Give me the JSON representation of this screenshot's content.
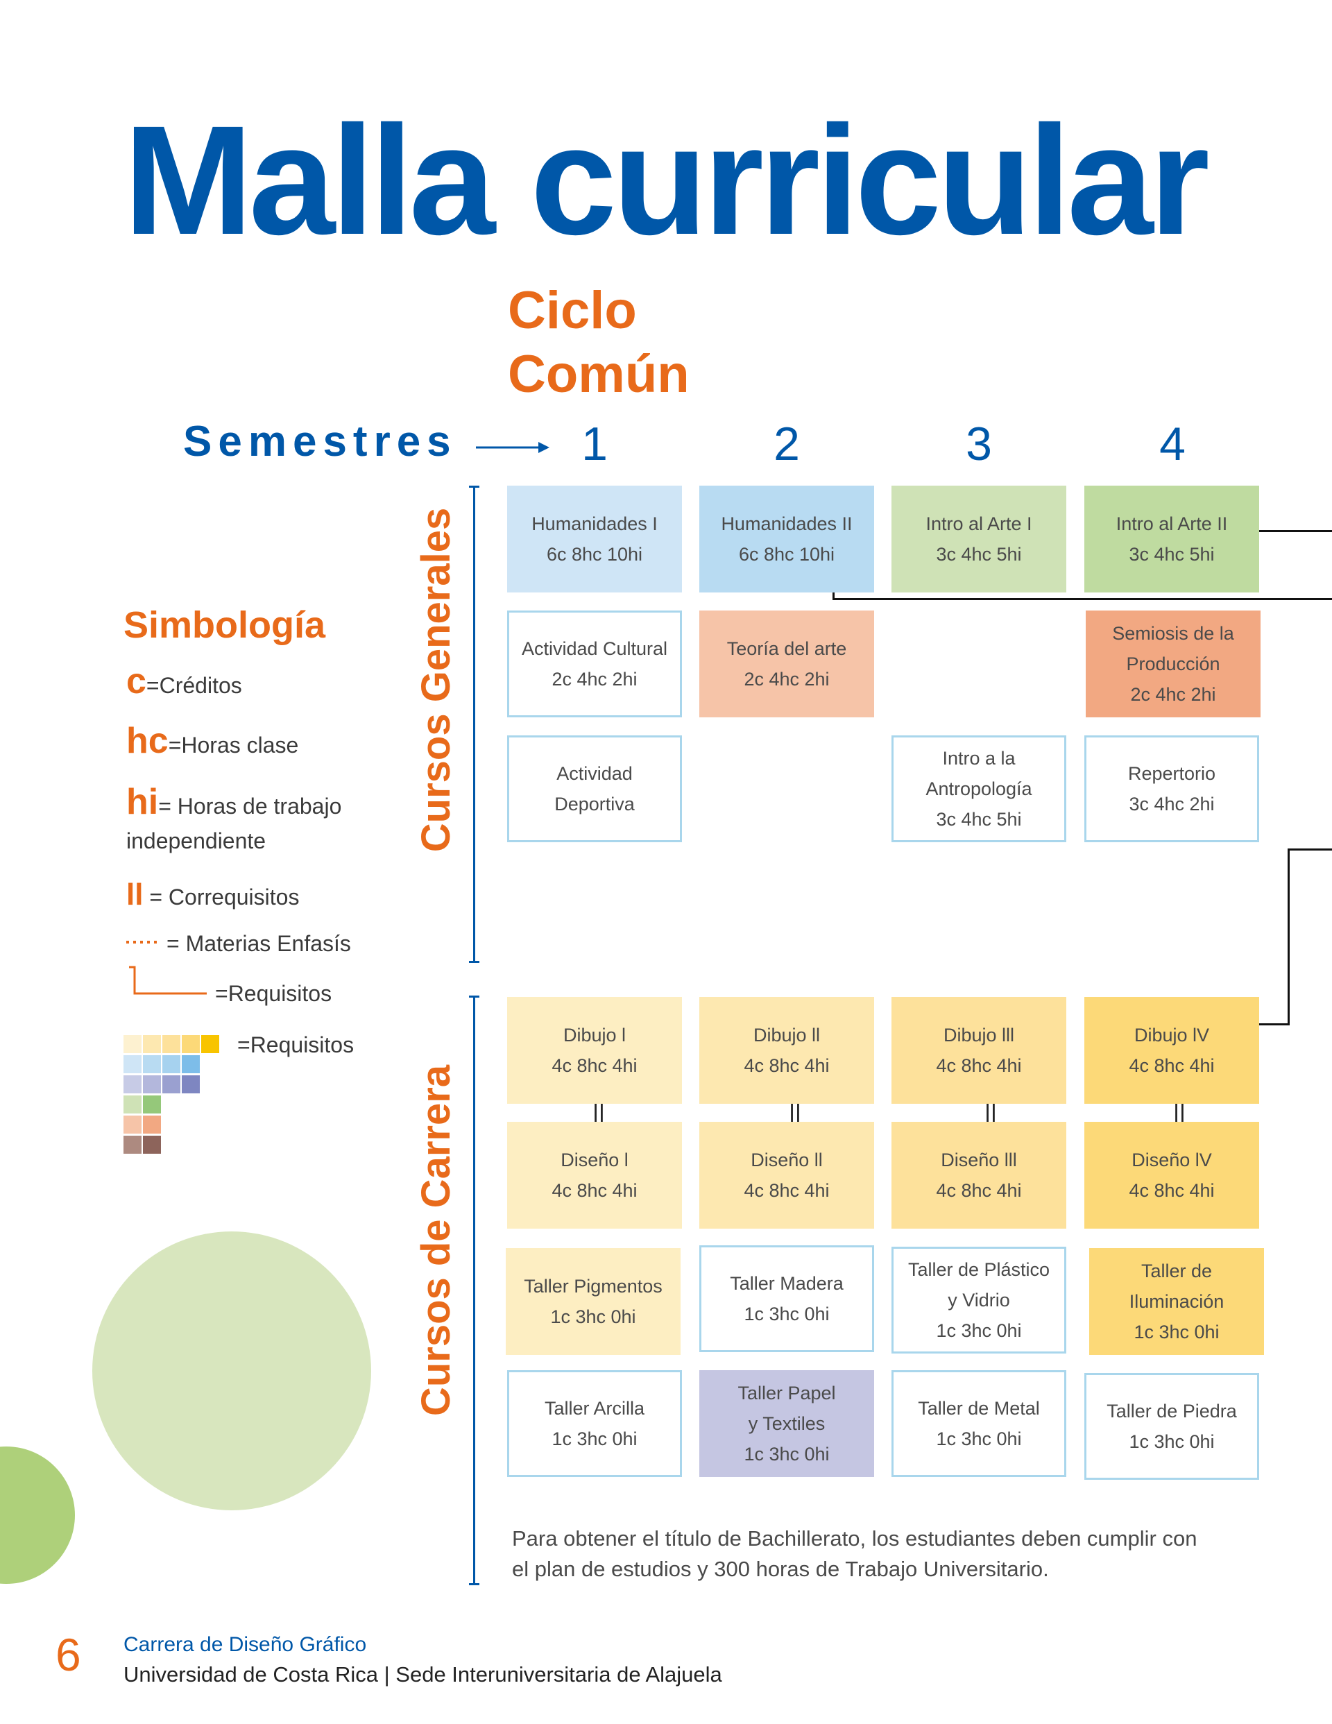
{
  "title": "Malla curricular",
  "cycle": {
    "line1": "Ciclo",
    "line2": "Común"
  },
  "semesters": {
    "label": "Semestres",
    "numbers": [
      "1",
      "2",
      "3",
      "4"
    ]
  },
  "sections": {
    "general": "Cursos Generales",
    "career": "Cursos de Carrera"
  },
  "courses": {
    "humanidades_1": {
      "name": "Humanidades I",
      "hours": "6c 8hc 10hi",
      "color": "#cfe5f6"
    },
    "humanidades_2": {
      "name": "Humanidades II",
      "hours": "6c 8hc 10hi",
      "color": "#b8dbf2"
    },
    "intro_arte_1": {
      "name": "Intro al Arte I",
      "hours": "3c 4hc 5hi",
      "color": "#cfe2b6"
    },
    "intro_arte_2": {
      "name": "Intro al Arte II",
      "hours": "3c 4hc 5hi",
      "color": "#bfdba0"
    },
    "actividad_cultural": {
      "name": "Actividad Cultural",
      "hours": "2c 4hc 2hi"
    },
    "teoria_arte": {
      "name": "Teoría del arte",
      "hours": "2c 4hc 2hi",
      "color": "#f6c4a8"
    },
    "semiosis_line1": "Semiosis de la",
    "semiosis_line2": "Producción",
    "semiosis_hours": "2c 4hc 2hi",
    "semiosis_color": "#f2a882",
    "actividad_deportiva_line1": "Actividad",
    "actividad_deportiva_line2": "Deportiva",
    "intro_antro_line1": "Intro a la",
    "intro_antro_line2": "Antropología",
    "intro_antro_hours": "3c 4hc 5hi",
    "repertorio": {
      "name": "Repertorio",
      "hours": "3c 4hc 2hi"
    },
    "dibujo_1": {
      "name": "Dibujo l",
      "hours": "4c 8hc 4hi",
      "color": "#fdeec2"
    },
    "dibujo_2": {
      "name": "Dibujo ll",
      "hours": "4c 8hc 4hi",
      "color": "#fde8b0"
    },
    "dibujo_3": {
      "name": "Dibujo lll",
      "hours": "4c 8hc 4hi",
      "color": "#fde19b"
    },
    "dibujo_4": {
      "name": "Dibujo lV",
      "hours": "4c 8hc 4hi",
      "color": "#fcd978"
    },
    "diseno_1": {
      "name": "Diseño l",
      "hours": "4c 8hc 4hi",
      "color": "#fdeec2"
    },
    "diseno_2": {
      "name": "Diseño ll",
      "hours": "4c 8hc 4hi",
      "color": "#fde8b0"
    },
    "diseno_3": {
      "name": "Diseño lll",
      "hours": "4c 8hc 4hi",
      "color": "#fde19b"
    },
    "diseno_4": {
      "name": "Diseño lV",
      "hours": "4c 8hc 4hi",
      "color": "#fcd978"
    },
    "taller_pigmentos": {
      "name": "Taller Pigmentos",
      "hours": "1c 3hc 0hi",
      "color": "#fdeec2"
    },
    "taller_madera": {
      "name": "Taller Madera",
      "hours": "1c 3hc 0hi"
    },
    "taller_plastico_line1": "Taller de Plástico",
    "taller_plastico_line2": "y Vidrio",
    "taller_plastico_hours": "1c 3hc 0hi",
    "taller_iluminacion_line1": "Taller de",
    "taller_iluminacion_line2": "Iluminación",
    "taller_iluminacion_hours": "1c 3hc 0hi",
    "taller_iluminacion_color": "#fcd978",
    "taller_arcilla": {
      "name": "Taller Arcilla",
      "hours": "1c 3hc 0hi"
    },
    "taller_papel_line1": "Taller Papel",
    "taller_papel_line2": "y Textiles",
    "taller_papel_hours": "1c 3hc 0hi",
    "taller_papel_color": "#c5c6e2",
    "taller_metal": {
      "name": "Taller de Metal",
      "hours": "1c 3hc 0hi"
    },
    "taller_piedra": {
      "name": "Taller de Piedra",
      "hours": "1c 3hc 0hi"
    }
  },
  "corequisite_mark": "||",
  "legend": {
    "heading": "Simbología",
    "c_symbol": "c",
    "c_text": "=Créditos",
    "hc_symbol": "hc",
    "hc_text": "=Horas clase",
    "hi_symbol": "hi",
    "hi_text_line1": "= Horas de trabajo",
    "hi_text_line2": "independiente",
    "coreq_symbol": "ll",
    "coreq_text": " = Correquisitos",
    "enfasis_text": "= Materias Enfasís",
    "requisitos_text": "=Requisitos",
    "palette_text": "=Requisitos",
    "palette_rows": [
      [
        "#fdf1d0",
        "#fde8b0",
        "#fde19b",
        "#fcd978",
        "#f8c400"
      ],
      [
        "#cfe5f6",
        "#b8dbf2",
        "#a6d2ef",
        "#7dbde9"
      ],
      [
        "#c7cbe6",
        "#b3b7dc",
        "#9aa0d0",
        "#7e86c1"
      ],
      [
        "#cfe2b6",
        "#95c87a"
      ],
      [
        "#f6c4a8",
        "#f2a882"
      ],
      [
        "#ad8a80",
        "#8d645b"
      ]
    ]
  },
  "note": "Para obtener el título de Bachillerato, los estudiantes deben cumplir con el plan de estudios y 300 horas de Trabajo Universitario.",
  "footer": {
    "page_number": "6",
    "line1": "Carrera de Diseño Gráfico",
    "line2_main": "Universidad de Costa Rica",
    "line2_sep": " | ",
    "line2_rest": "Sede Interuniversitaria de Alajuela"
  },
  "colors": {
    "primary_blue": "#0057a8",
    "accent_orange": "#e86a1a",
    "circle_green": "#d8e6be",
    "circle_green_dark": "#aed07a",
    "outline_blue": "#a9d6ec"
  }
}
